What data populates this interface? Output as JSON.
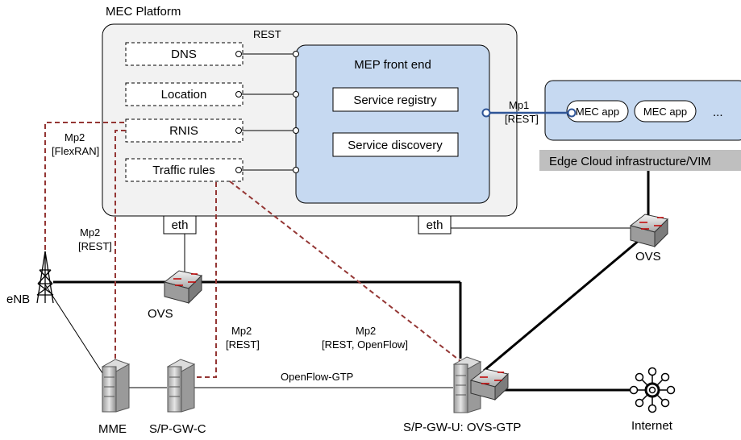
{
  "platform": {
    "title": "MEC Platform",
    "rest_label": "REST",
    "services": [
      "DNS",
      "Location",
      "RNIS",
      "Traffic rules"
    ],
    "mep": {
      "title": "MEP front end",
      "boxes": [
        "Service registry",
        "Service discovery"
      ]
    },
    "eth_left": "eth",
    "eth_right": "eth"
  },
  "edge": {
    "apps": [
      "MEC app",
      "MEC app"
    ],
    "more": "...",
    "infra_label": "Edge Cloud infrastructure/VIM",
    "mp1_line1": "Mp1",
    "mp1_line2": "[REST]"
  },
  "links": {
    "mp2_flexran_1": "Mp2",
    "mp2_flexran_2": "[FlexRAN]",
    "mp2_rest_left_1": "Mp2",
    "mp2_rest_left_2": "[REST]",
    "mp2_rest_mid_1": "Mp2",
    "mp2_rest_mid_2": "[REST]",
    "mp2_of_1": "Mp2",
    "mp2_of_2": "[REST, OpenFlow]",
    "openflow_gtp": "OpenFlow-GTP"
  },
  "nodes": {
    "enb": "eNB",
    "ovs_left": "OVS",
    "ovs_right": "OVS",
    "mme": "MME",
    "spgw_c": "S/P-GW-C",
    "spgw_u": "S/P-GW-U: OVS-GTP",
    "internet": "Internet"
  },
  "colors": {
    "platform_fill": "#f2f2f2",
    "mep_fill": "#c6d9f1",
    "infra_bar": "#bfbfbf",
    "mp2_dashed": "#943634",
    "mp1_line": "#2f5597"
  }
}
